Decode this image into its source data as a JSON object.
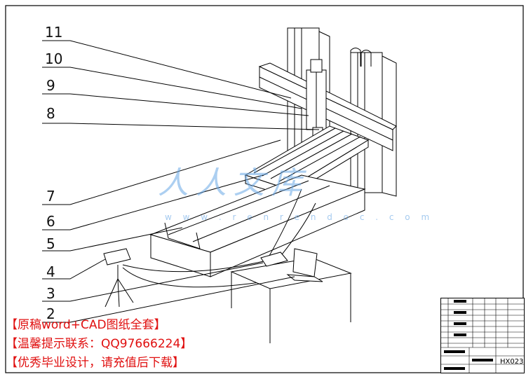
{
  "callouts": [
    "11",
    "10",
    "9",
    "8",
    "7",
    "6",
    "5",
    "4",
    "3",
    "2"
  ],
  "banners": [
    "【原稿word+CAD图纸全套】",
    "【温馨提示联系：QQ97666224】",
    "【优秀毕业设计，请充值后下载】"
  ],
  "watermark": {
    "text": "人人文库",
    "url": "w w w . r e n r e n d o c . c o m"
  },
  "title_block": {
    "drawing_no": "HX023"
  },
  "colors": {
    "banner": "#e01010",
    "line": "#000000",
    "watermark": "#6aa8e6"
  }
}
